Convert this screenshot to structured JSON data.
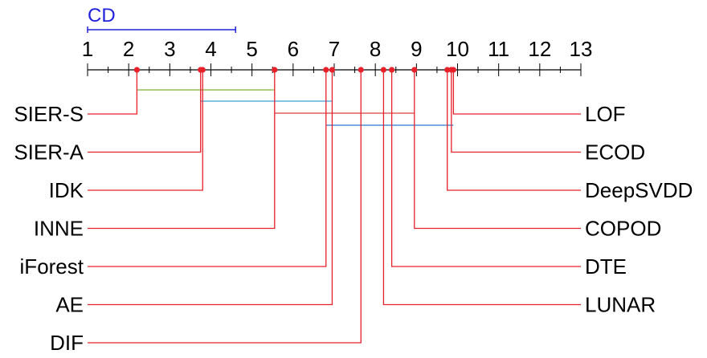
{
  "chart_data": {
    "type": "critical-difference-diagram",
    "axis": {
      "min": 1,
      "max": 13,
      "ticks": [
        "1",
        "2",
        "3",
        "4",
        "5",
        "6",
        "7",
        "8",
        "9",
        "10",
        "11",
        "12",
        "13"
      ]
    },
    "cd": {
      "label": "CD",
      "value": 3.6
    },
    "methods_left": [
      {
        "name": "SIER-S",
        "rank": 2.2
      },
      {
        "name": "SIER-A",
        "rank": 3.75
      },
      {
        "name": "IDK",
        "rank": 3.8
      },
      {
        "name": "INNE",
        "rank": 5.55
      },
      {
        "name": "iForest",
        "rank": 6.8
      },
      {
        "name": "AE",
        "rank": 6.95
      },
      {
        "name": "DIF",
        "rank": 7.65
      }
    ],
    "methods_right": [
      {
        "name": "LOF",
        "rank": 9.9
      },
      {
        "name": "ECOD",
        "rank": 9.85
      },
      {
        "name": "DeepSVDD",
        "rank": 9.75
      },
      {
        "name": "COPOD",
        "rank": 8.95
      },
      {
        "name": "DTE",
        "rank": 8.4
      },
      {
        "name": "LUNAR",
        "rank": 8.2
      }
    ],
    "cliques": [
      {
        "from": 2.2,
        "to": 5.55,
        "color": "#8fbf5a"
      },
      {
        "from": 3.75,
        "to": 6.95,
        "color": "#5ab0e0"
      },
      {
        "from": 5.55,
        "to": 8.95,
        "color": "#e06060"
      },
      {
        "from": 6.8,
        "to": 9.9,
        "color": "#4a90d9"
      }
    ],
    "colors": {
      "lines": "#e8202a",
      "markers": "#e8202a",
      "axis": "#000000",
      "cd": "#2020dd"
    }
  }
}
